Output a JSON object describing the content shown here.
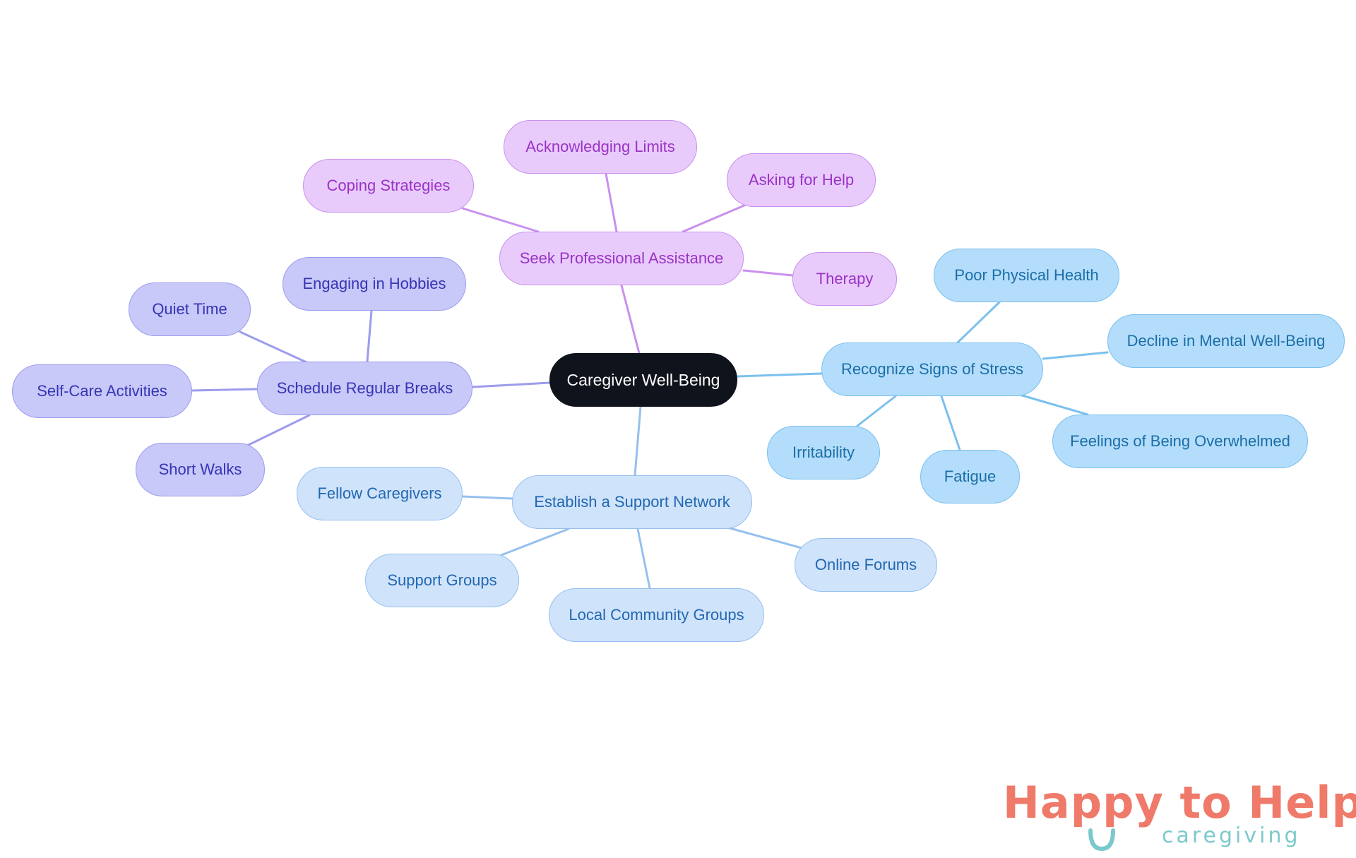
{
  "root": "Caregiver Well-Being",
  "branches": {
    "professional": {
      "label": "Seek Professional Assistance",
      "color": "#c990ee",
      "children": [
        "Acknowledging Limits",
        "Coping Strategies",
        "Asking for Help",
        "Therapy"
      ]
    },
    "breaks": {
      "label": "Schedule Regular Breaks",
      "color": "#9c9ced",
      "children": [
        "Engaging in Hobbies",
        "Quiet Time",
        "Self-Care Activities",
        "Short Walks"
      ]
    },
    "stress": {
      "label": "Recognize Signs of Stress",
      "color": "#7bc0ee",
      "children": [
        "Poor Physical Health",
        "Decline in Mental Well-Being",
        "Irritability",
        "Fatigue",
        "Feelings of Being Overwhelmed"
      ]
    },
    "support": {
      "label": "Establish a Support Network",
      "color": "#96c0ee",
      "children": [
        "Fellow Caregivers",
        "Support Groups",
        "Local Community Groups",
        "Online Forums"
      ]
    }
  },
  "logo": {
    "text": "Happy to Help",
    "subtext": "caregiving"
  }
}
